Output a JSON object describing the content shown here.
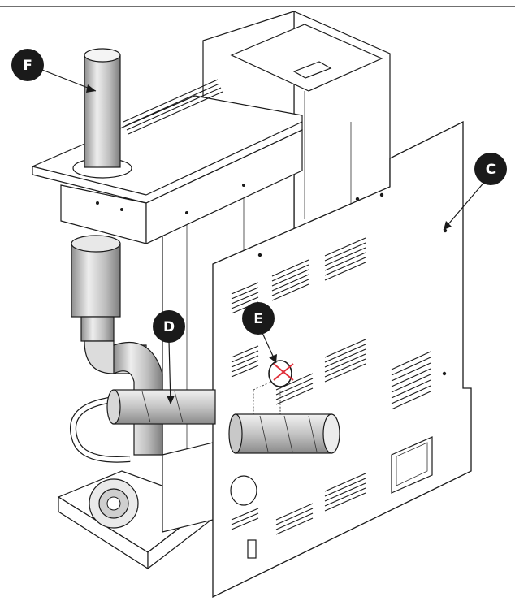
{
  "callouts": {
    "c": "C",
    "d": "D",
    "e": "E",
    "f": "F"
  },
  "colors": {
    "line": "#1a1a1a",
    "callout_fill": "#1a1a1a",
    "mark_red": "#e0303a",
    "pipe_light": "#e3e3e3",
    "pipe_dark": "#9a9a9a",
    "paper": "#ffffff"
  }
}
